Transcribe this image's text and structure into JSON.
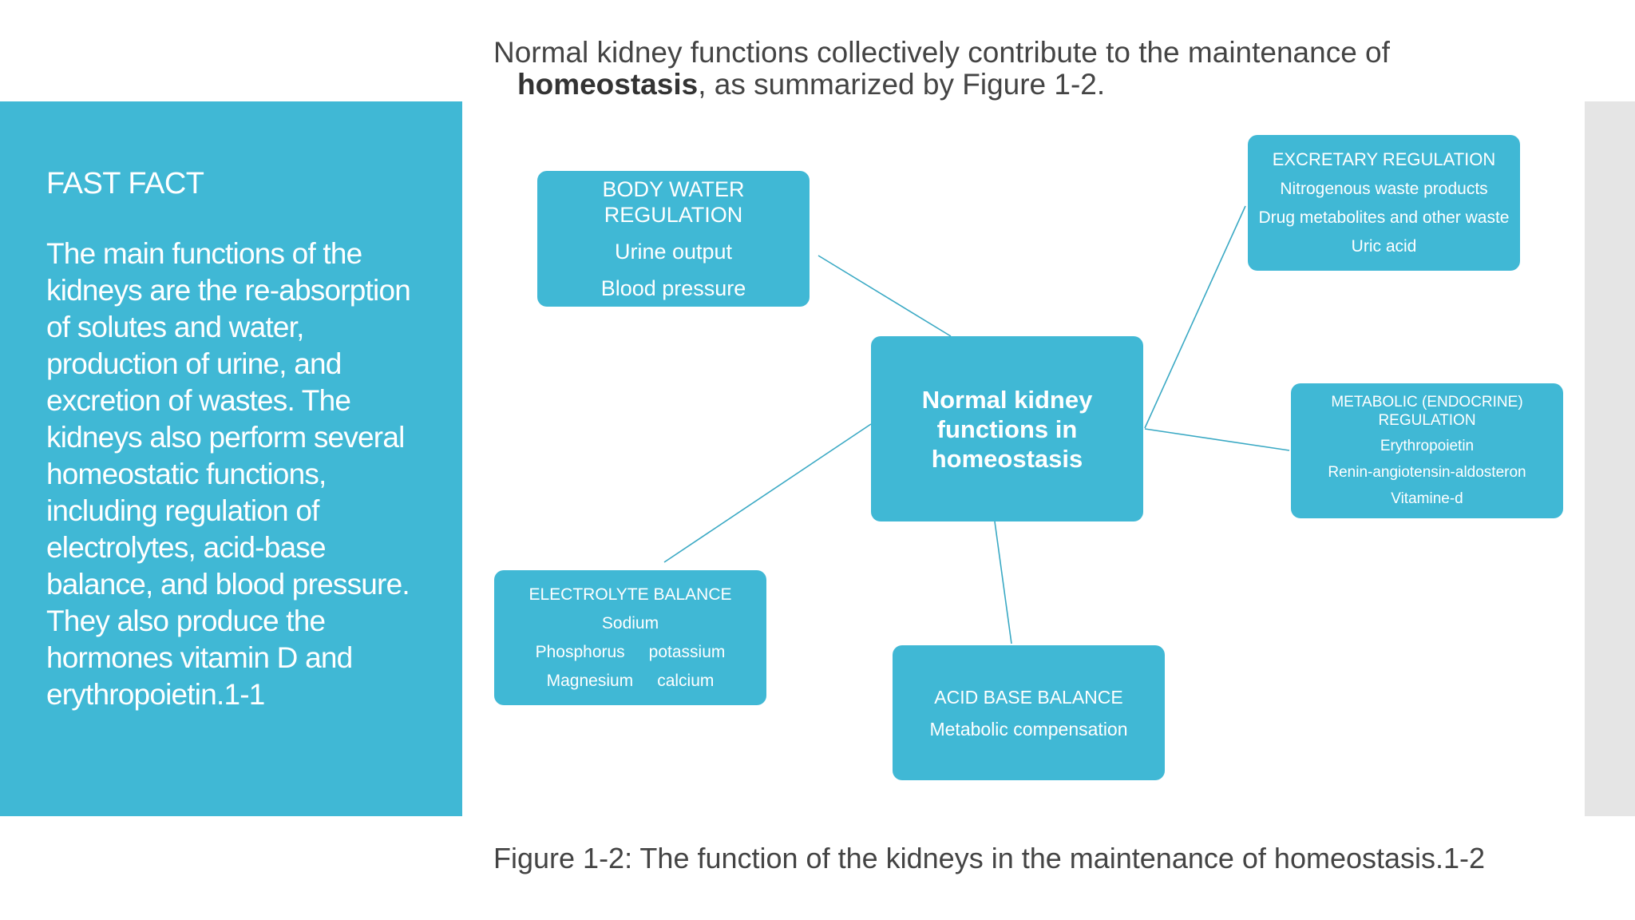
{
  "intro": {
    "line1": "Normal kidney functions collectively contribute to the maintenance of",
    "bold": "homeostasis",
    "rest": ", as summarized by Figure 1-2."
  },
  "fast_fact": {
    "title": "FAST FACT",
    "body": "The main functions of the kidneys are the re-absorption of solutes and water, production of urine, and excretion of wastes. The kidneys also perform several homeostatic functions, including regulation of electrolytes, acid-base balance, and blood pressure. They also produce the hormones vitamin D and erythropoietin.1-1"
  },
  "diagram": {
    "center": {
      "title": "Normal kidney functions in homeostasis"
    },
    "body_water": {
      "title": "BODY WATER REGULATION",
      "items": [
        "Urine output",
        "Blood pressure"
      ]
    },
    "excretory": {
      "title": "EXCRETARY REGULATION",
      "items": [
        "Nitrogenous waste products",
        "Drug metabolites and other waste",
        "Uric acid"
      ]
    },
    "metabolic": {
      "title": "METABOLIC (ENDOCRINE) REGULATION",
      "items": [
        "Erythropoietin",
        "Renin-angiotensin-aldosteron",
        "Vitamine-d"
      ]
    },
    "electrolyte": {
      "title": "ELECTROLYTE BALANCE",
      "items": [
        "Sodium",
        "Phosphorus",
        "potassium",
        "Magnesium",
        "calcium"
      ]
    },
    "acid_base": {
      "title": "ACID BASE BALANCE",
      "items": [
        "Metabolic compensation"
      ]
    }
  },
  "caption": "Figure 1-2: The function of the kidneys in the maintenance of homeostasis.1-2",
  "colors": {
    "accent": "#40b8d5",
    "side_bar": "#e5e5e5",
    "text": "#444444"
  }
}
